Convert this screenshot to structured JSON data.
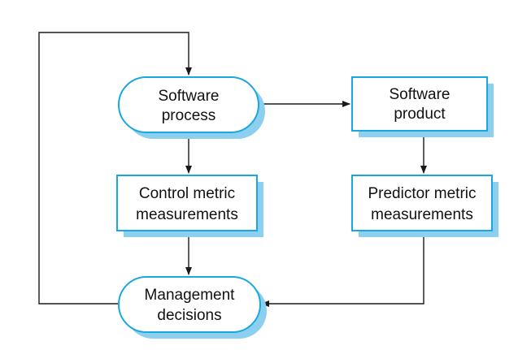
{
  "colors": {
    "shadow": "#8ccfee",
    "border": "#1aa7df",
    "fill": "#ffffff",
    "line": "#1a1a1a",
    "text": "#111111"
  },
  "nodes": {
    "software_process": {
      "shape": "rounded",
      "line1": "Software",
      "line2": "process"
    },
    "software_product": {
      "shape": "rect",
      "line1": "Software",
      "line2": "product"
    },
    "control_metric": {
      "shape": "rect",
      "line1": "Control metric",
      "line2": "measurements"
    },
    "predictor_metric": {
      "shape": "rect",
      "line1": "Predictor metric",
      "line2": "measurements"
    },
    "management_decisions": {
      "shape": "rounded",
      "line1": "Management",
      "line2": "decisions"
    }
  },
  "edges": [
    {
      "from": "software_process",
      "to": "software_product"
    },
    {
      "from": "software_process",
      "to": "control_metric"
    },
    {
      "from": "software_product",
      "to": "predictor_metric"
    },
    {
      "from": "control_metric",
      "to": "management_decisions"
    },
    {
      "from": "predictor_metric",
      "to": "management_decisions"
    },
    {
      "from": "management_decisions",
      "to": "software_process"
    }
  ]
}
